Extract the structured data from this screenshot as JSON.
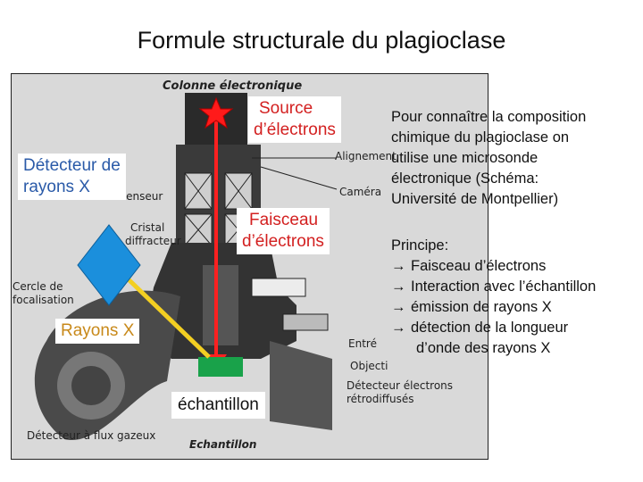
{
  "title": "Formule structurale du plagioclase",
  "diagram": {
    "header": "Colonne électronique",
    "bg_labels": {
      "alignement": "Alignement",
      "camera": "Caméra",
      "cristal_line1": "Cristal",
      "cristal_line2": "diffracteur",
      "cercle_line1": "Cercle de",
      "cercle_line2": "focalisation",
      "detecteur_electrons_line1": "Détecteur électrons",
      "detecteur_electrons_line2": "rétrodiffusés",
      "detecteur_flux": "Détecteur à flux gazeux",
      "echantillon_bottom": "Echantillon",
      "objectif": "Objecti",
      "entree": "Entré",
      "condenseur": "condenseur"
    }
  },
  "overlays": {
    "source_line1": "Source",
    "source_line2": "d’électrons",
    "detecteur_line1": "Détecteur de",
    "detecteur_line2": "rayons X",
    "faisceau_line1": "Faisceau",
    "faisceau_line2": "d’électrons",
    "rayons_x": "Rayons X",
    "echantillon": "échantillon"
  },
  "description": {
    "line1": "Pour connaître la composition",
    "line2": "chimique du plagioclase on",
    "line3": "utilise une microsonde",
    "line4": "électronique (Schéma:",
    "line5": "Université de Montpellier)"
  },
  "principe": {
    "heading": "Principe:",
    "arrow": "→",
    "items": [
      "Faisceau d’électrons",
      "Interaction avec l’échantillon",
      "émission de rayons X",
      "détection de la longueur"
    ],
    "continuation": "d’onde des rayons X"
  },
  "colors": {
    "red": "#d32020",
    "blue": "#2a5aa8",
    "orange": "#c8891a",
    "green": "#19a24a",
    "detector_blue": "#1b8fdc",
    "yellow": "#f3cf22"
  }
}
